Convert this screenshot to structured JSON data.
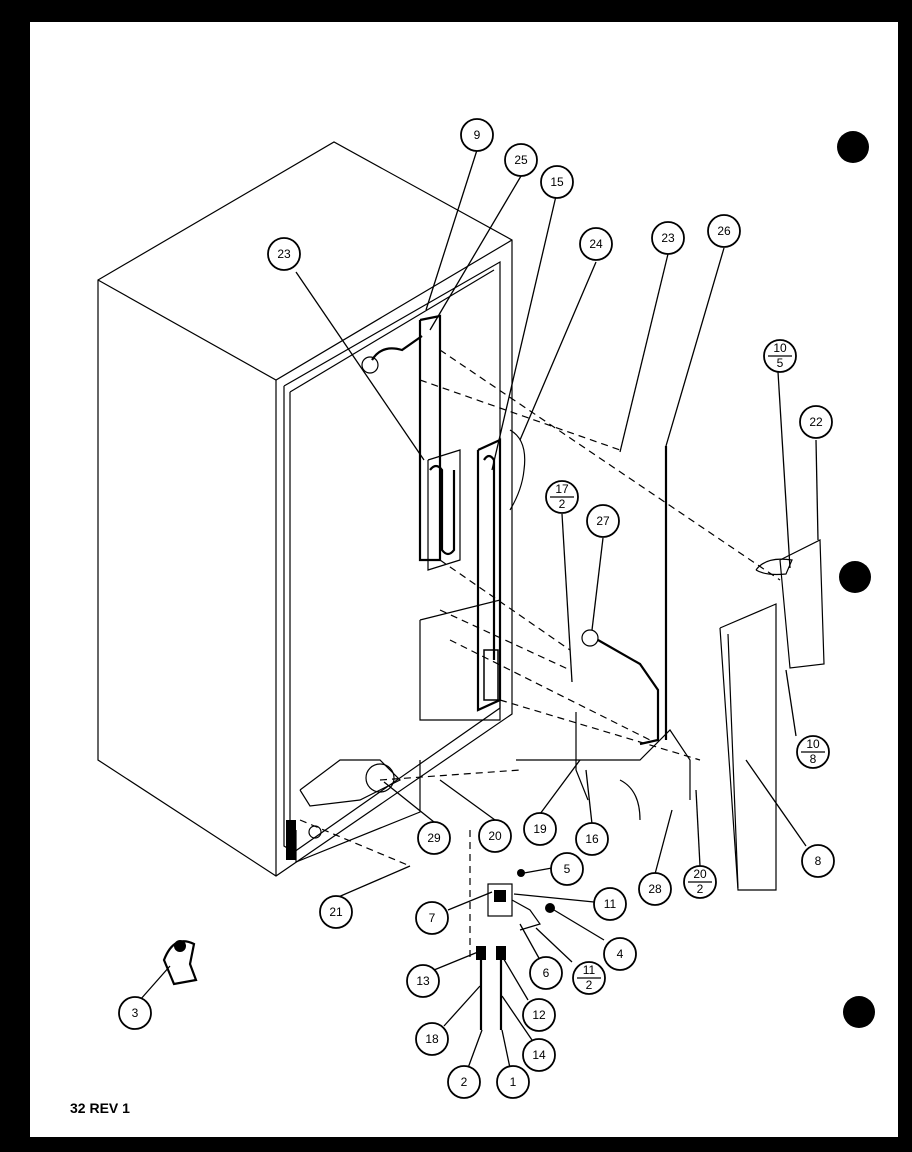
{
  "footer": {
    "page_label": "32 REV 1"
  },
  "callouts": {
    "c9": "9",
    "c25": "25",
    "c15": "15",
    "c24": "24",
    "c23a": "23",
    "c23b": "23",
    "c26": "26",
    "c22": "22",
    "c27": "27",
    "c29": "29",
    "c20": "20",
    "c19": "19",
    "c16": "16",
    "c28": "28",
    "c8": "8",
    "c21": "21",
    "c5": "5",
    "c7": "7",
    "c11": "11",
    "c4": "4",
    "c6": "6",
    "c13": "13",
    "c12": "12",
    "c18": "18",
    "c14": "14",
    "c2": "2",
    "c1": "1",
    "c3": "3"
  },
  "fractions": {
    "f10_5": {
      "top": "10",
      "bottom": "5"
    },
    "f17_2": {
      "top": "17",
      "bottom": "2"
    },
    "f10_8": {
      "top": "10",
      "bottom": "8"
    },
    "f20_2": {
      "top": "20",
      "bottom": "2"
    },
    "f11_2": {
      "top": "11",
      "bottom": "2"
    }
  }
}
